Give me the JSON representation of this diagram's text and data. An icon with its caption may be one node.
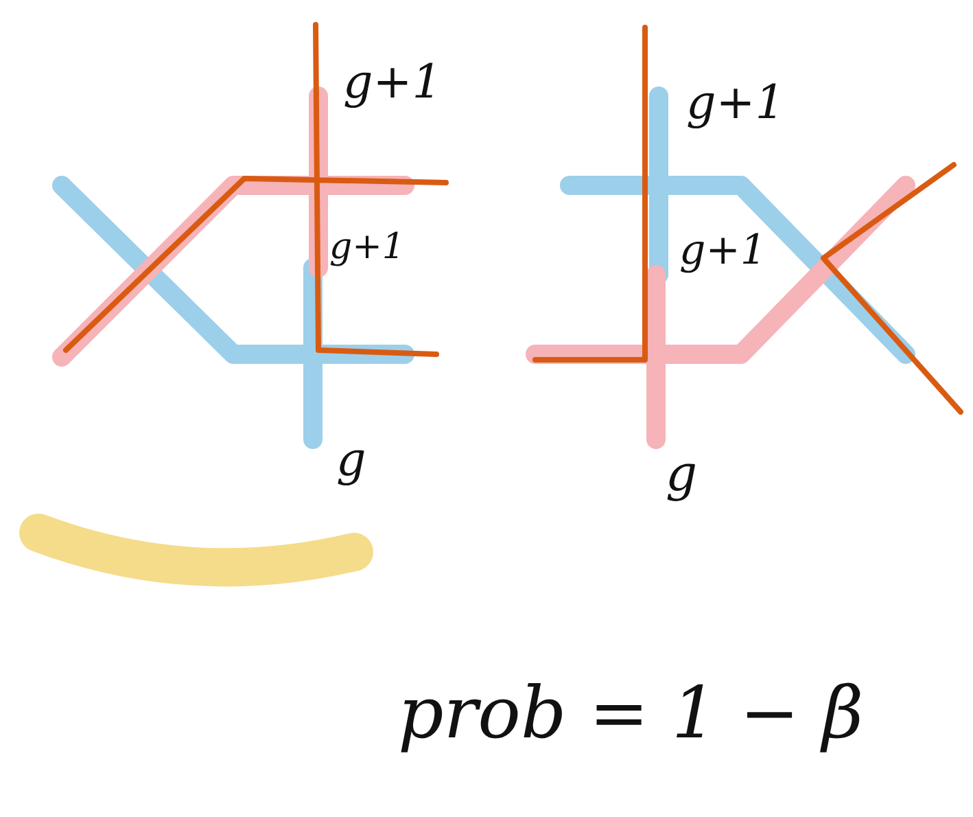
{
  "diagram": {
    "labels": [
      "g+1",
      "g+1",
      "g+1",
      "g+1",
      "g",
      "g",
      "prob = 1 − β"
    ]
  }
}
